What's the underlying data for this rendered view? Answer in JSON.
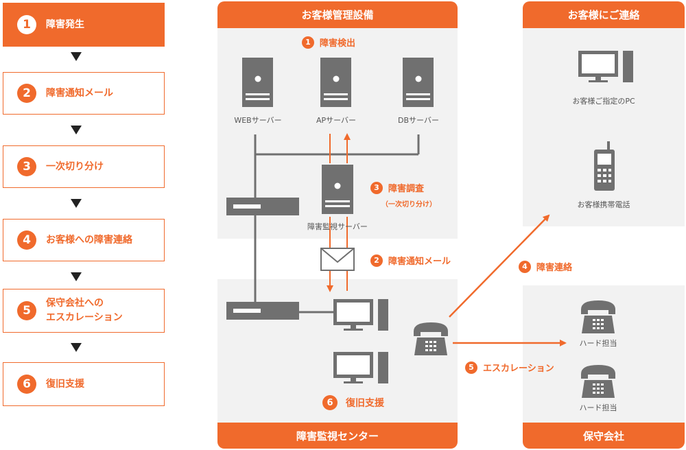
{
  "flow": {
    "steps": [
      {
        "num": "1",
        "lines": [
          "障害発生"
        ],
        "active": true
      },
      {
        "num": "2",
        "lines": [
          "障害通知メール"
        ]
      },
      {
        "num": "3",
        "lines": [
          "一次切り分け"
        ]
      },
      {
        "num": "4",
        "lines": [
          "お客様への障害連絡"
        ]
      },
      {
        "num": "5",
        "lines": [
          "保守会社への",
          "エスカレーション"
        ]
      },
      {
        "num": "6",
        "lines": [
          "復旧支援"
        ]
      }
    ]
  },
  "customer_facility": {
    "title": "お客様管理設備",
    "servers": [
      "WEBサーバー",
      "APサーバー",
      "DBサーバー"
    ],
    "monitor_server": "障害監視サーバー"
  },
  "monitor_center": {
    "title": "障害監視センター"
  },
  "customer_contact": {
    "title": "お客様にご連絡",
    "pc": "お客様ご指定のPC",
    "phone": "お客様携帯電話"
  },
  "maintenance": {
    "title": "保守会社",
    "hard1": "ハード担当",
    "hard2": "ハード担当"
  },
  "annotations": {
    "detect": {
      "num": "1",
      "text": "障害検出"
    },
    "investigate": {
      "num": "3",
      "text": "障害調査",
      "note": "（一次切り分け）"
    },
    "mail": {
      "num": "2",
      "text": "障害通知メール"
    },
    "contact": {
      "num": "4",
      "text": "障害連絡"
    },
    "escalation": {
      "num": "5",
      "text": "エスカレーション"
    },
    "recovery": {
      "num": "6",
      "text": "復旧支援"
    }
  },
  "colors": {
    "accent": "#f06a2c",
    "panel": "#f2f2f2",
    "device": "#707070"
  }
}
